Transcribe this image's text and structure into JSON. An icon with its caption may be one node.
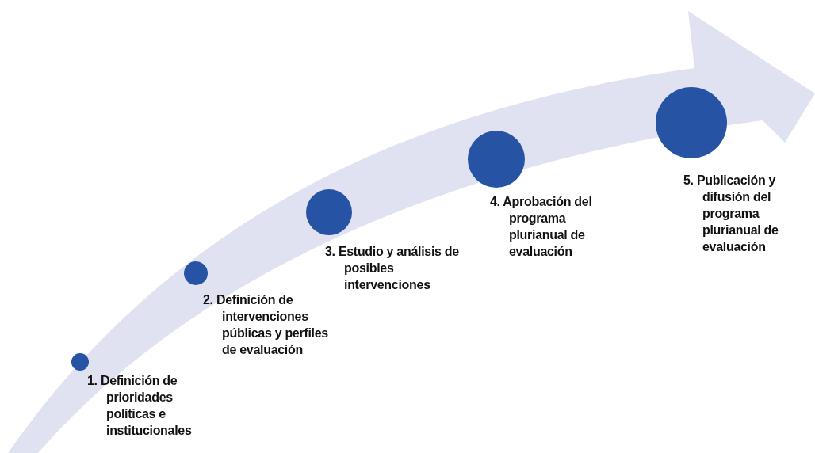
{
  "diagram": {
    "nodes": [
      {
        "text": [],
        "shape": "circle",
        "beside": [
          "1. Definición de prioridades políticas e institucionales"
        ]
      },
      {
        "text": [],
        "shape": "circle",
        "beside": [
          "2. Definición de intervenciones públicas y perfiles de evaluación"
        ]
      },
      {
        "text": [],
        "shape": "circle",
        "beside": [
          "3. Estudio y análisis de posibles intervenciones"
        ]
      },
      {
        "text": [],
        "shape": "circle",
        "beside": [
          "4. Aprobación del programa plurianual de evaluación"
        ]
      },
      {
        "text": [],
        "shape": "circle",
        "beside": [
          "5. Publicación y difusión del programa plurianual de evaluación"
        ]
      }
    ]
  }
}
